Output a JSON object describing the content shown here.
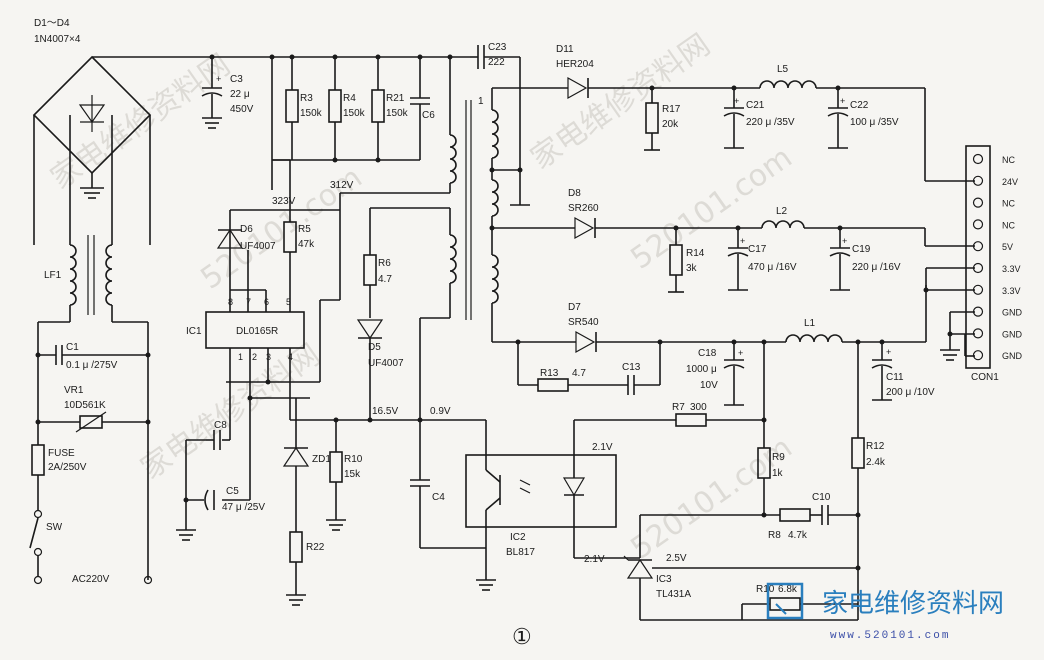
{
  "diagram": {
    "figure_number": "①",
    "watermark": [
      "家电维修资料网",
      "520101.com"
    ],
    "logo": {
      "main": "家电维修资料网",
      "sub": "www.520101.com"
    },
    "colors": {
      "logo": "#2a7fbe",
      "logo_sub": "#3c4fa8",
      "ink": "#1a1a1a",
      "paper": "#f6f5f2"
    }
  },
  "components": {
    "bridge": "D1～D4",
    "bridge_part": "1N4007×4",
    "c3": "C3",
    "c3_val1": "22 μ",
    "c3_val2": "450V",
    "r3": "R3",
    "r3_val": "150k",
    "r4": "R4",
    "r4_val": "150k",
    "r21": "R21",
    "r21_val": "150k",
    "c6": "C6",
    "c23": "C23",
    "c23_val": "222",
    "d11": "D11",
    "d11_part": "HER204",
    "r17": "R17",
    "r17_val": "20k",
    "c21": "C21",
    "c21_val": "220 μ /35V",
    "l5": "L5",
    "c22": "C22",
    "c22_val": "100 μ /35V",
    "v323": "323V",
    "v312": "312V",
    "d6": "D6",
    "d6_part": "UF4007",
    "r5": "R5",
    "r5_val": "47k",
    "d8": "D8",
    "d8_part": "SR260",
    "l2": "L2",
    "r14": "R14",
    "r14_val": "3k",
    "c17": "C17",
    "c17_val": "470 μ /16V",
    "c19": "C19",
    "c19_val": "220 μ /16V",
    "r6": "R6",
    "r6_val": "4.7",
    "d5": "D5",
    "d5_part": "UF4007",
    "ic1": "IC1",
    "ic1_part": "DL0165R",
    "pins_top": [
      "8",
      "7",
      "6",
      "5"
    ],
    "pins_bot": [
      "1",
      "2",
      "3",
      "4"
    ],
    "lf1": "LF1",
    "c1": "C1",
    "c1_val": "0.1 μ /275V",
    "vr1": "VR1",
    "vr1_part": "10D561K",
    "fuse": "FUSE",
    "fuse_val": "2A/250V",
    "sw": "SW",
    "ac": "AC220V",
    "d7": "D7",
    "d7_part": "SR540",
    "l1": "L1",
    "r13": "R13",
    "r13_val": "4.7",
    "c13": "C13",
    "c18": "C18",
    "c18_val1": "1000 μ",
    "c18_val2": "10V",
    "c11": "C11",
    "c11_val": "200 μ /10V",
    "c8": "C8",
    "c5": "C5",
    "c5_val": "47 μ /25V",
    "zd1": "ZD1",
    "r10b": "R10",
    "r10b_val": "15k",
    "r22": "R22",
    "v165": "16.5V",
    "v09": "0.9V",
    "c4": "C4",
    "r7": "R7",
    "r7_val": "300",
    "v21": "2.1V",
    "ic2": "IC2",
    "ic2_part": "BL817",
    "r9": "R9",
    "r9_val": "1k",
    "r12": "R12",
    "r12_val": "2.4k",
    "c10": "C10",
    "r8": "R8",
    "r8_val": "4.7k",
    "v21b": "2.1V",
    "v25": "2.5V",
    "ic3": "IC3",
    "ic3_part": "TL431A",
    "r10": "R10",
    "r10_val": "6.8k"
  },
  "connector": {
    "name": "CON1",
    "pins": [
      "NC",
      "24V",
      "NC",
      "NC",
      "5V",
      "3.3V",
      "3.3V",
      "GND",
      "GND",
      "GND"
    ]
  }
}
